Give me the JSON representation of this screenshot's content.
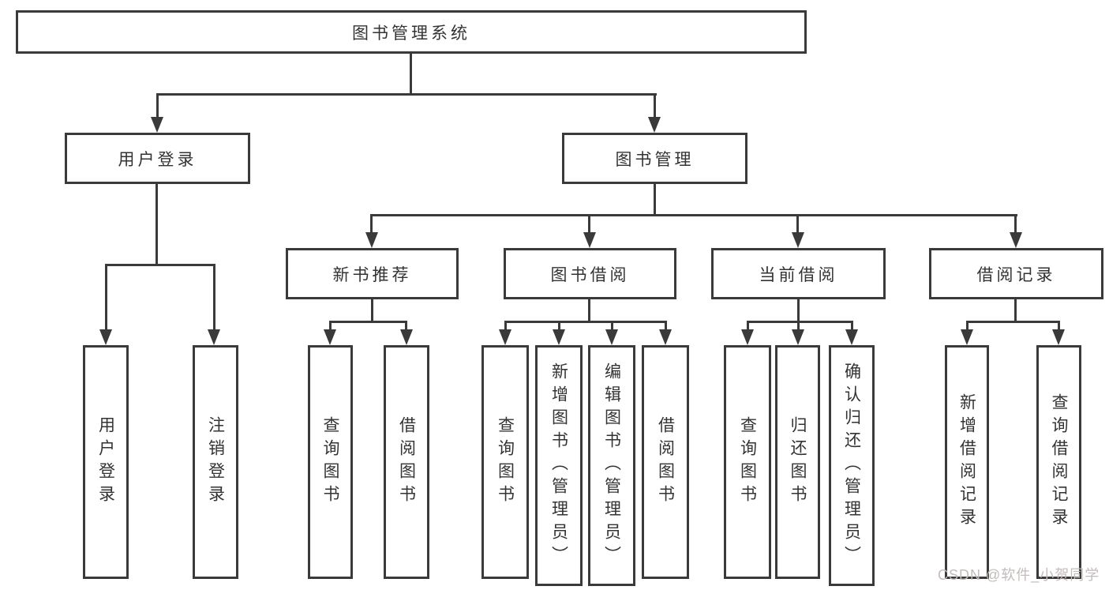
{
  "title": "图书管理系统",
  "watermark": "CSDN @软件_小贺同学",
  "colors": {
    "line": "#3a3a3a",
    "text": "#333333",
    "watermark": "#c4bbbb",
    "background": "#ffffff"
  },
  "tree": {
    "root": "图书管理系统",
    "level2": {
      "login": "用户登录",
      "book_mgmt": "图书管理"
    },
    "level3": {
      "new_book_rec": "新书推荐",
      "book_borrow": "图书借阅",
      "current_borrow": "当前借阅",
      "borrow_records": "借阅记录"
    },
    "leaves": {
      "login": [
        "用户登录",
        "注销登录"
      ],
      "new_book_rec": [
        "查询图书",
        "借阅图书"
      ],
      "book_borrow": [
        "查询图书",
        "新增图书（管理员）",
        "编辑图书（管理员）",
        "借阅图书"
      ],
      "current_borrow": [
        "查询图书",
        "归还图书",
        "确认归还（管理员）"
      ],
      "borrow_records": [
        "新增借阅记录",
        "查询借阅记录"
      ]
    }
  }
}
